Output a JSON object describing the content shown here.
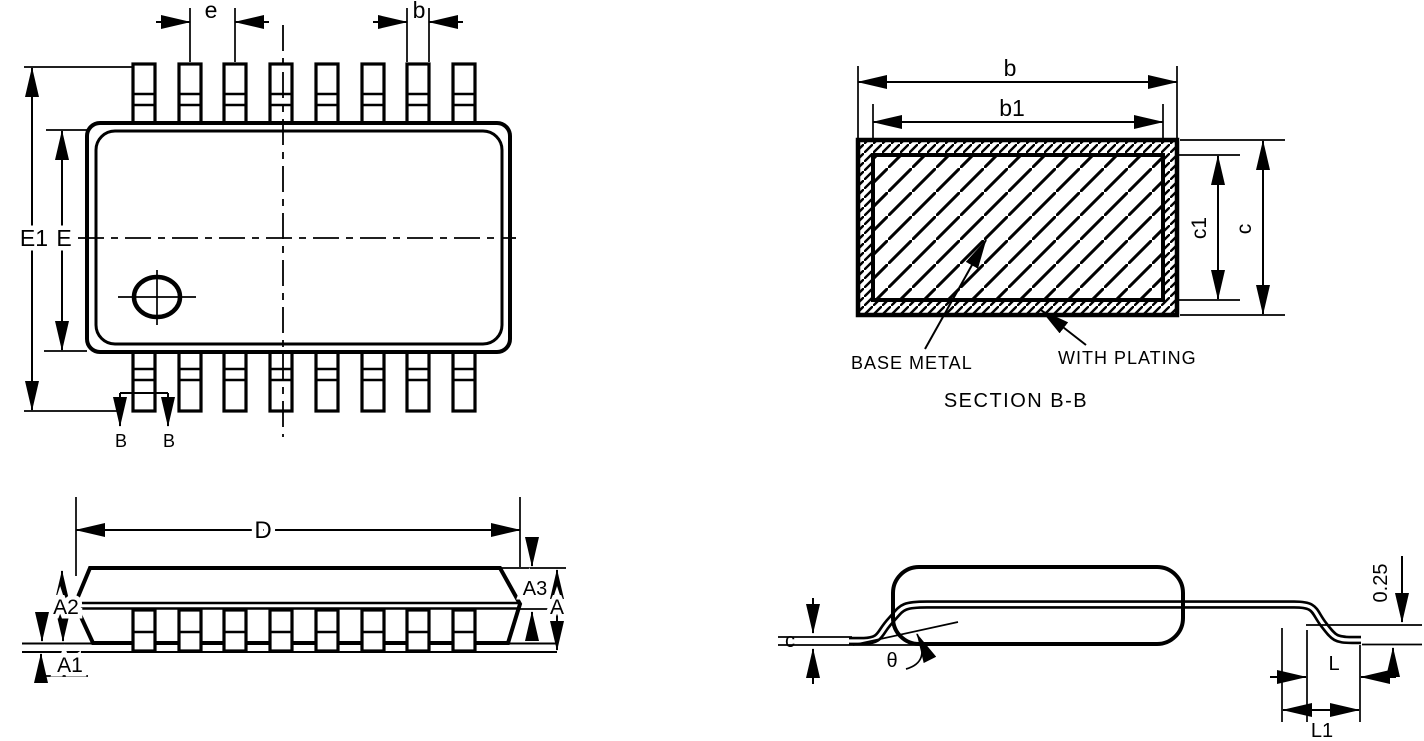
{
  "meta": {
    "background": "#ffffff",
    "ink": "#000000",
    "description": "IC package (SSOP-16) mechanical outline drawing with four views"
  },
  "views": {
    "top_view": {
      "dims": {
        "pitch": "e",
        "lead_width": "b",
        "overall_span": "E1",
        "body_width": "E"
      },
      "section_marks": {
        "left": "B",
        "right": "B"
      }
    },
    "section_bb": {
      "dims": {
        "outer_width": "b",
        "inner_width": "b1",
        "inner_thickness": "c1",
        "outer_thickness": "c"
      },
      "callouts": {
        "base_metal": "BASE METAL",
        "with_plating": "WITH PLATING"
      },
      "title": "SECTION B-B"
    },
    "side_view": {
      "dims": {
        "body_length": "D",
        "body_thickness": "A2",
        "standoff": "A1",
        "shoulder": "A3",
        "overall_height": "A"
      }
    },
    "lead_profile": {
      "dims": {
        "lead_thickness": "c",
        "foot_angle": "θ",
        "gauge_offset": "0.25",
        "foot_length": "L",
        "lead_span": "L1"
      }
    }
  }
}
